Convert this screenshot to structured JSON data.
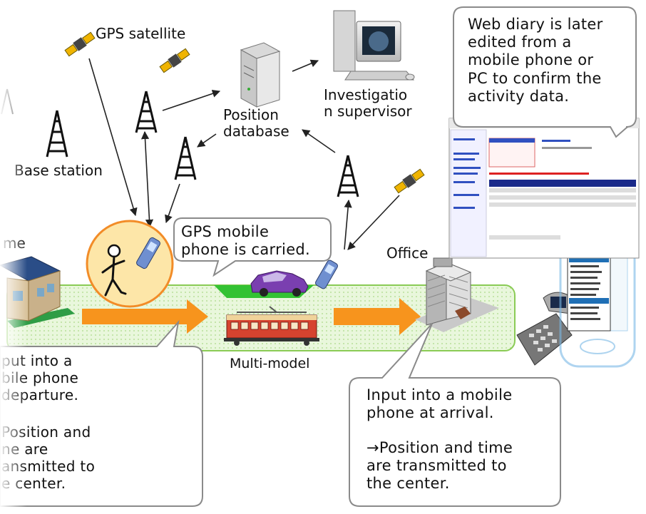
{
  "labels": {
    "gps_satellite": "GPS satellite",
    "base_station": "Base station",
    "position_database": "Position\ndatabase",
    "investigation_supervisor": "Investigatio\nn supervisor",
    "home": "me",
    "office": "Office",
    "multi_model": "Multi-model"
  },
  "bubbles": {
    "web_diary": "Web diary is later\nedited from a\nmobile phone or\nPC to confirm the\nactivity data.",
    "gps_carried": "GPS mobile\nphone is carried.",
    "departure": "put into a\nbile phone\n departure.",
    "departure_arrow": "Position and\nne are\nansmitted to\ne center.",
    "arrival": "Input into a mobile\nphone at arrival.",
    "arrival_arrow": "→Position and time\nare transmitted to\nthe center."
  },
  "colors": {
    "band_fill": "#dff5cf",
    "band_stroke": "#8acb55",
    "arrow_orange": "#f7941d",
    "person_circle": "#fde6a8",
    "car": "#7a3fb0",
    "tram": "#c0392b"
  },
  "icons": [
    "satellite-icon",
    "antenna-tower-icon",
    "server-icon",
    "computer-icon",
    "house-icon",
    "office-building-icon",
    "car-icon",
    "tram-icon",
    "mobile-phone-icon",
    "walking-person-icon",
    "web-screenshot-icon"
  ]
}
